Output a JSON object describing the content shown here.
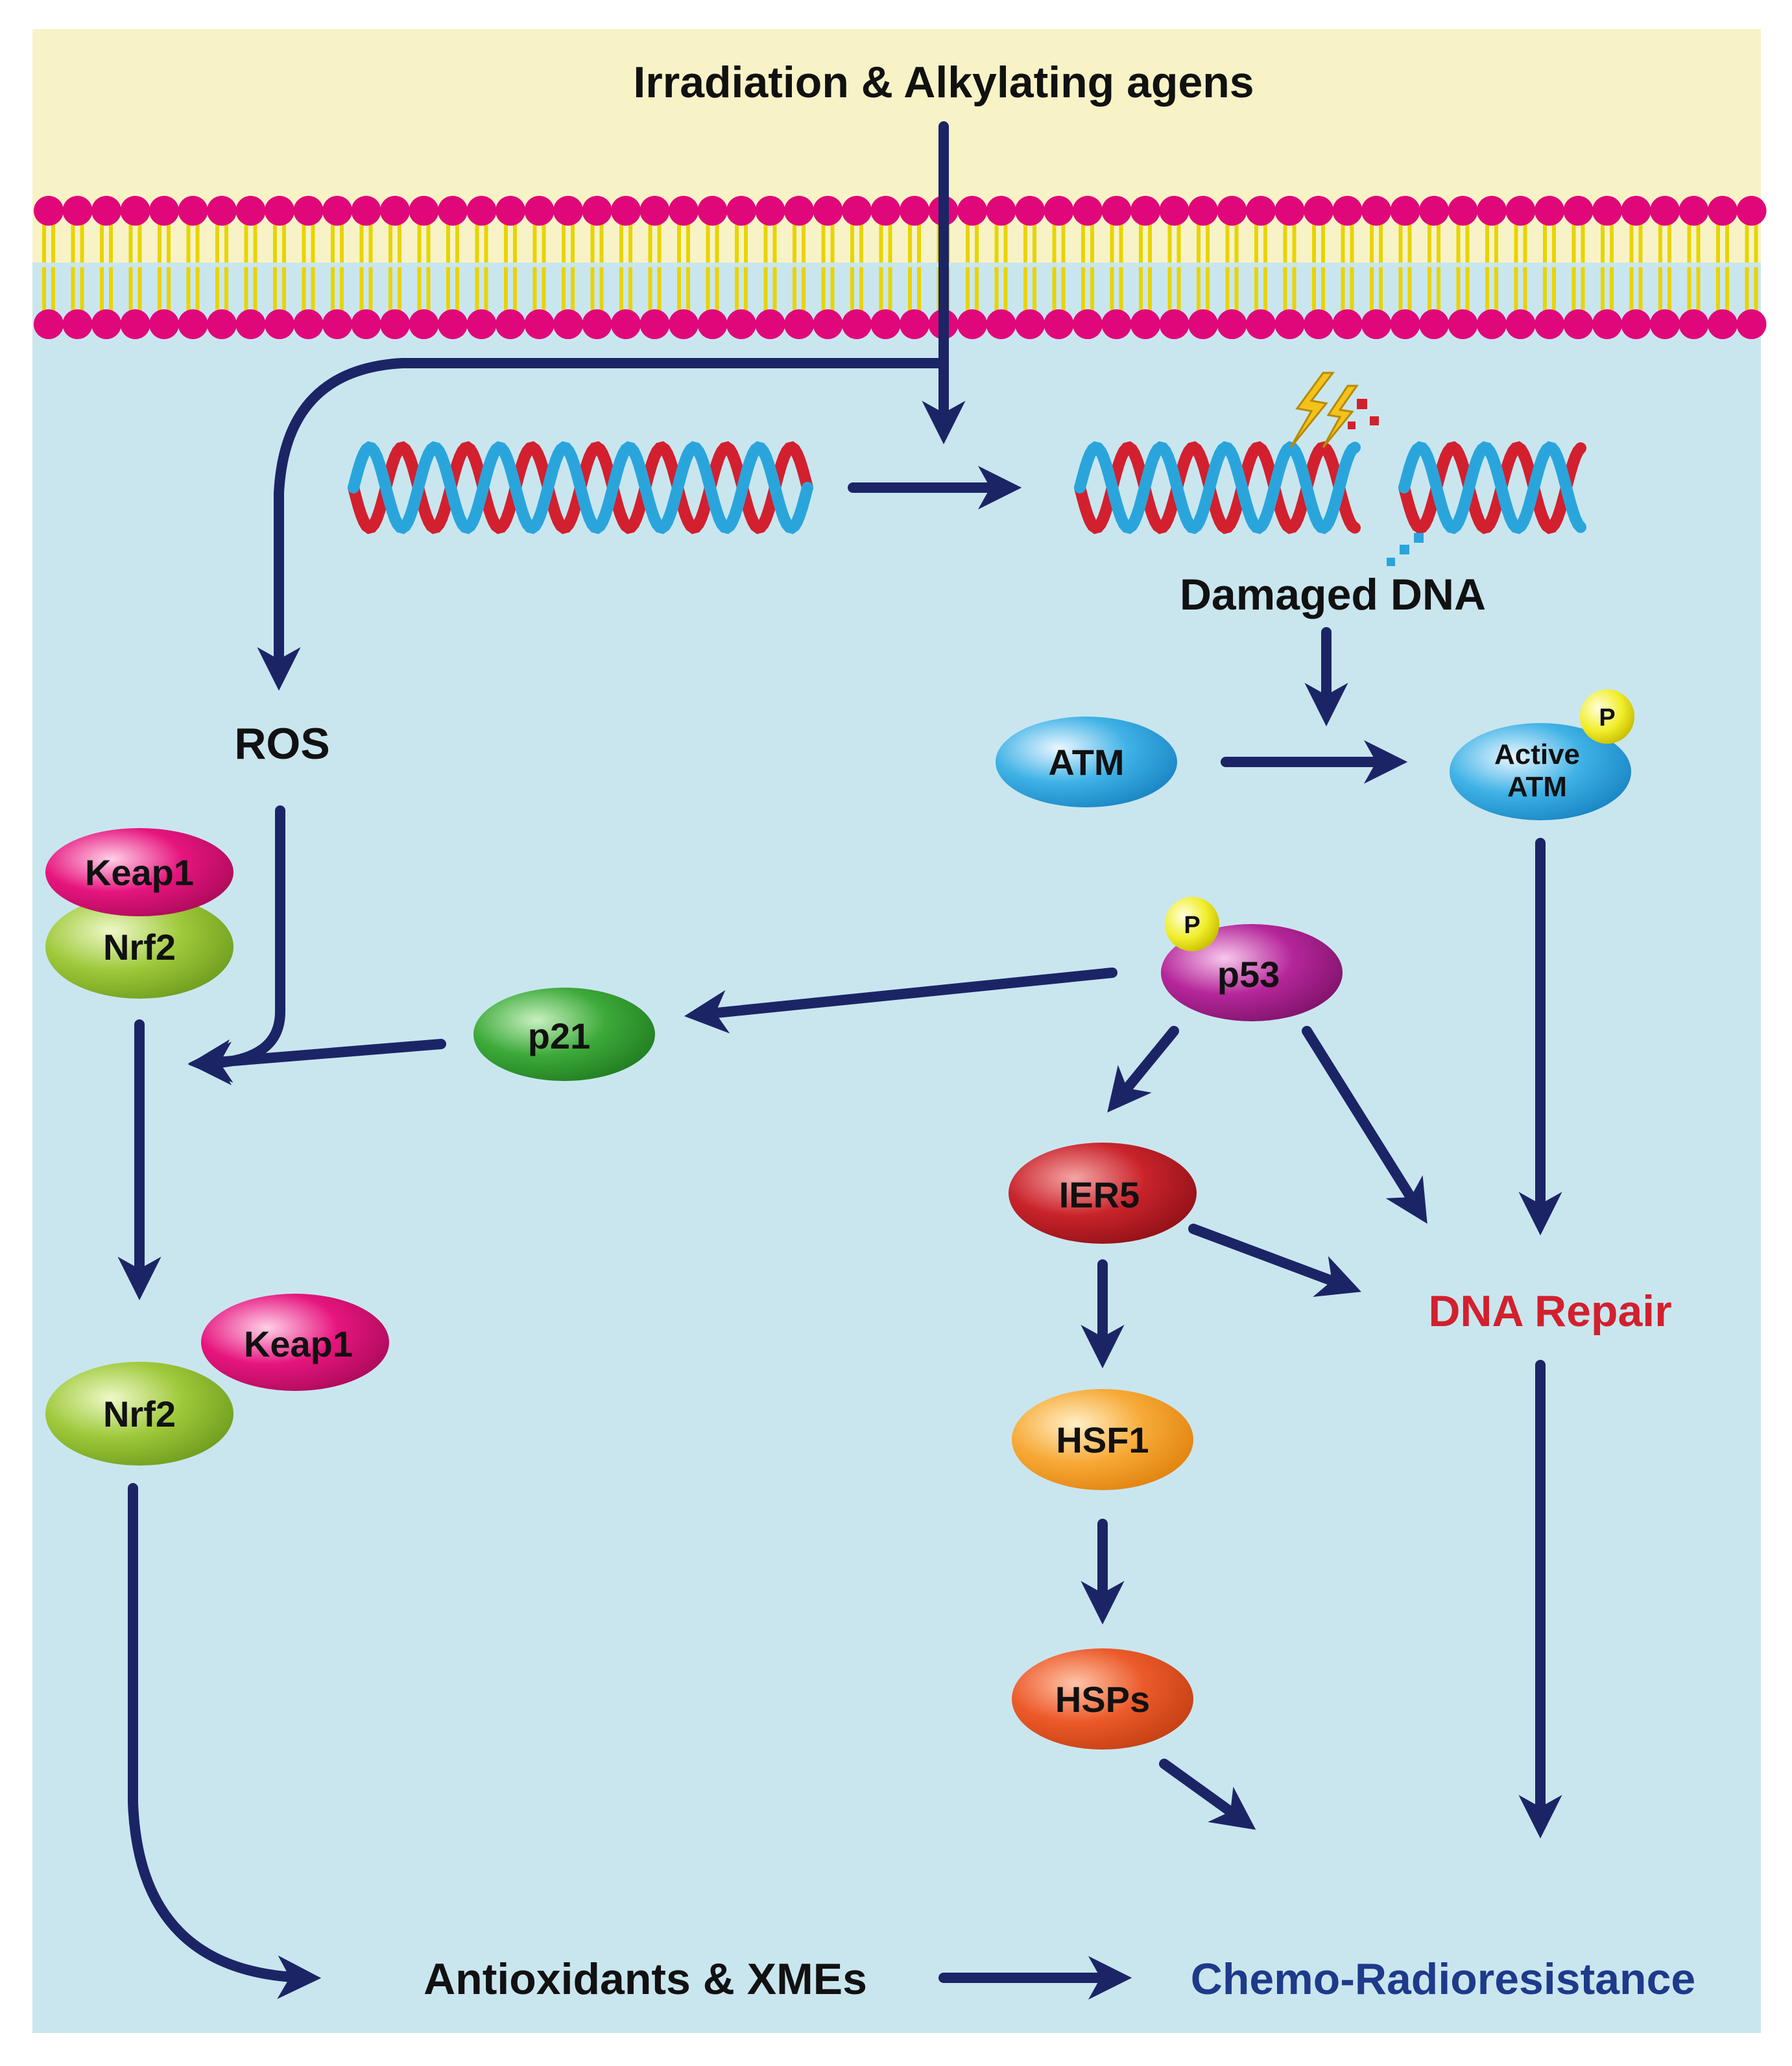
{
  "diagram": {
    "title": "Irradiation & Alkylating agens",
    "labels": {
      "damaged_dna": "Damaged DNA",
      "ros": "ROS",
      "dna_repair": "DNA Repair",
      "antioxidants": "Antioxidants & XMEs",
      "chemo_radioresistance": "Chemo-Radioresistance"
    },
    "nodes": {
      "atm": "ATM",
      "active_atm_line1": "Active",
      "active_atm_line2": "ATM",
      "p53": "p53",
      "p21": "p21",
      "keap1_top": "Keap1",
      "nrf2_top": "Nrf2",
      "keap1_bottom": "Keap1",
      "nrf2_bottom": "Nrf2",
      "ier5": "IER5",
      "hsf1": "HSF1",
      "hsps": "HSPs",
      "phospho_atm": "P",
      "phospho_p53": "P"
    },
    "colors": {
      "arrow": "#1b2566",
      "extracellular": "#f8f3c6",
      "cytoplasm": "#c9e6ef",
      "membrane_head": "#e0077a",
      "membrane_tail": "#e8d400",
      "dna_red": "#d2202e",
      "dna_blue": "#2aa5dc",
      "dna_repair_text": "#d2202e",
      "chemo_text": "#1e3a8a"
    }
  }
}
